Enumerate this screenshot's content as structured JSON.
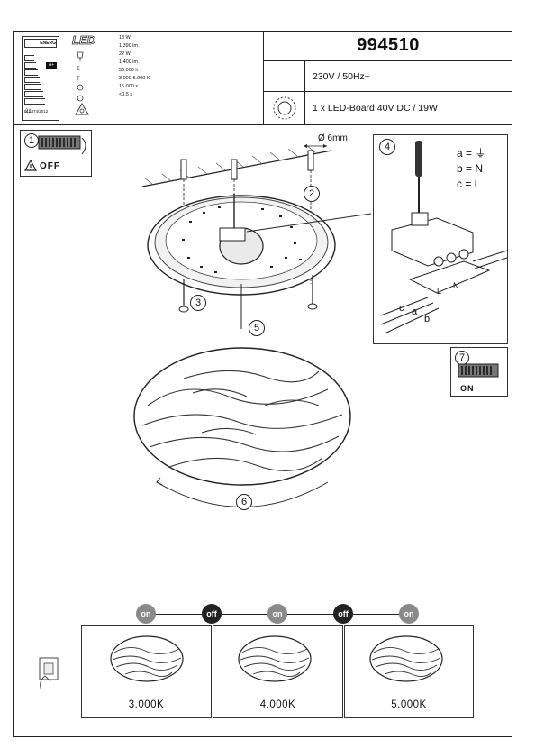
{
  "header": {
    "model_number": "994510",
    "voltage": "230V / 50Hz~",
    "light_source": "1 x LED-Board 40V DC / 19W",
    "energy_label": {
      "brand_tag": "ENERG",
      "led_mark": "LED",
      "class_badge": "A+",
      "footer_code": "EU 874/2012",
      "specs": [
        "18 W",
        "1.390 lm",
        "22 W",
        "1.400 lm",
        "30.000 h",
        "3.000-5.000 K",
        "15.000 x",
        "<0.5 s"
      ],
      "classes": [
        "A++",
        "A+",
        "A",
        "B",
        "C",
        "D",
        "E"
      ]
    }
  },
  "steps": {
    "s1": "1",
    "s1_text": "OFF",
    "s2": "2",
    "s3": "3",
    "s4": "4",
    "s5": "5",
    "s6": "6",
    "s7": "7",
    "s7_text": "ON",
    "drill": "Ø 6mm"
  },
  "wiring": {
    "a": "a = ⏚",
    "b": "b = N",
    "c": "c = L",
    "term_l": "L",
    "term_n": "N",
    "lbl_a": "a",
    "lbl_b": "b",
    "lbl_c": "c"
  },
  "switching": {
    "states": [
      "on",
      "off",
      "on",
      "off",
      "on"
    ],
    "temps": [
      "3.000K",
      "4.000K",
      "5.000K"
    ]
  }
}
